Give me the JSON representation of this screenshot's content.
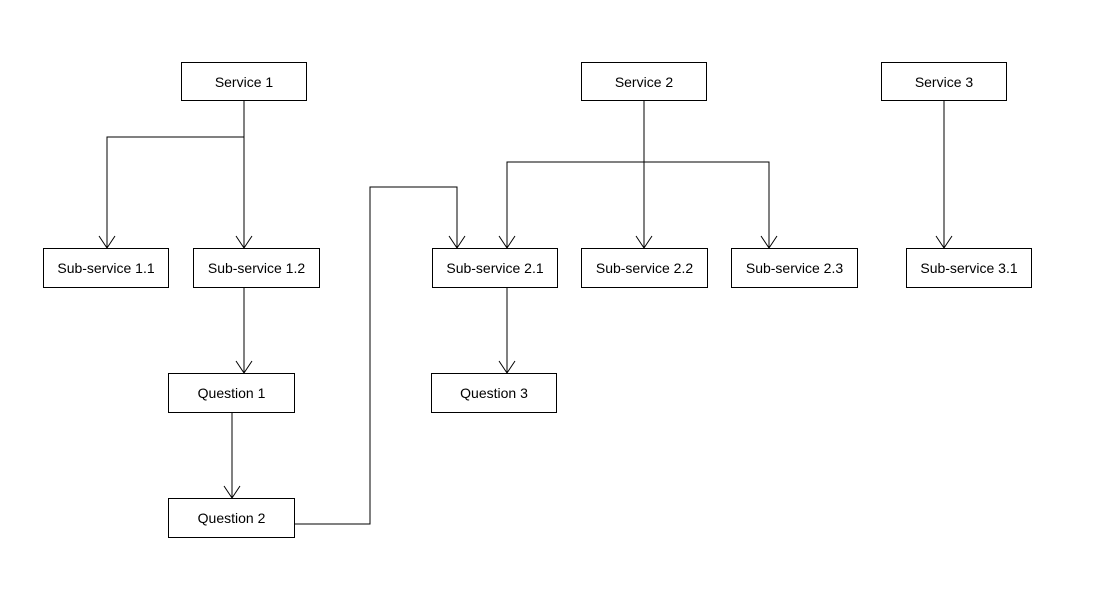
{
  "diagram": {
    "nodes": {
      "service1": "Service 1",
      "service2": "Service 2",
      "service3": "Service 3",
      "sub11": "Sub-service 1.1",
      "sub12": "Sub-service 1.2",
      "sub21": "Sub-service 2.1",
      "sub22": "Sub-service 2.2",
      "sub23": "Sub-service 2.3",
      "sub31": "Sub-service 3.1",
      "question1": "Question 1",
      "question2": "Question 2",
      "question3": "Question 3"
    },
    "edges": [
      {
        "from": "Service 1",
        "to": "Sub-service 1.1"
      },
      {
        "from": "Service 1",
        "to": "Sub-service 1.2"
      },
      {
        "from": "Sub-service 1.2",
        "to": "Question 1"
      },
      {
        "from": "Question 1",
        "to": "Question 2"
      },
      {
        "from": "Question 2",
        "to": "Sub-service 2.1"
      },
      {
        "from": "Service 2",
        "to": "Sub-service 2.1"
      },
      {
        "from": "Service 2",
        "to": "Sub-service 2.2"
      },
      {
        "from": "Service 2",
        "to": "Sub-service 2.3"
      },
      {
        "from": "Sub-service 2.1",
        "to": "Question 3"
      },
      {
        "from": "Service 3",
        "to": "Sub-service 3.1"
      }
    ],
    "colors": {
      "stroke": "#000000",
      "background": "#ffffff"
    }
  }
}
